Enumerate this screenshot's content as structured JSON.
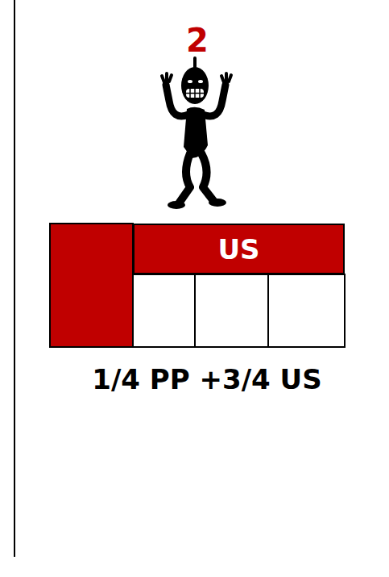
{
  "diagram": {
    "nodes": [
      {
        "text": [
          "US"
        ]
      }
    ],
    "labels": [
      "2",
      "1/4 PP +3/4 US"
    ]
  }
}
